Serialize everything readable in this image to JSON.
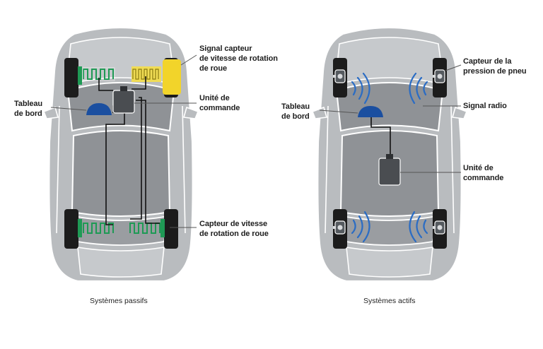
{
  "passive": {
    "caption": "Systèmes passifs",
    "labels": {
      "signal": "Signal capteur\nde vitesse de rotation\nde roue",
      "unit": "Unité de\ncommande",
      "dashboard": "Tableau\nde bord",
      "sensor": "Capteur de vitesse\nde rotation de roue"
    }
  },
  "active": {
    "caption": "Systèmes actifs",
    "labels": {
      "pressure": "Capteur de la\npression de pneu",
      "radio": "Signal radio",
      "dashboard": "Tableau\nde bord",
      "unit": "Unité de\ncommande"
    }
  },
  "colors": {
    "body": "#b9bcbf",
    "roof": "#8f9296",
    "outline": "#ffffff",
    "tire": "#1c1c1c",
    "sensor_green": "#1f9a55",
    "signal_yellow": "#f0dc55",
    "highlight_yellow": "#f2d42a",
    "dashboard_blue": "#1b4fa0",
    "wave_blue": "#2a6cc4",
    "module": "#4a4d51"
  }
}
